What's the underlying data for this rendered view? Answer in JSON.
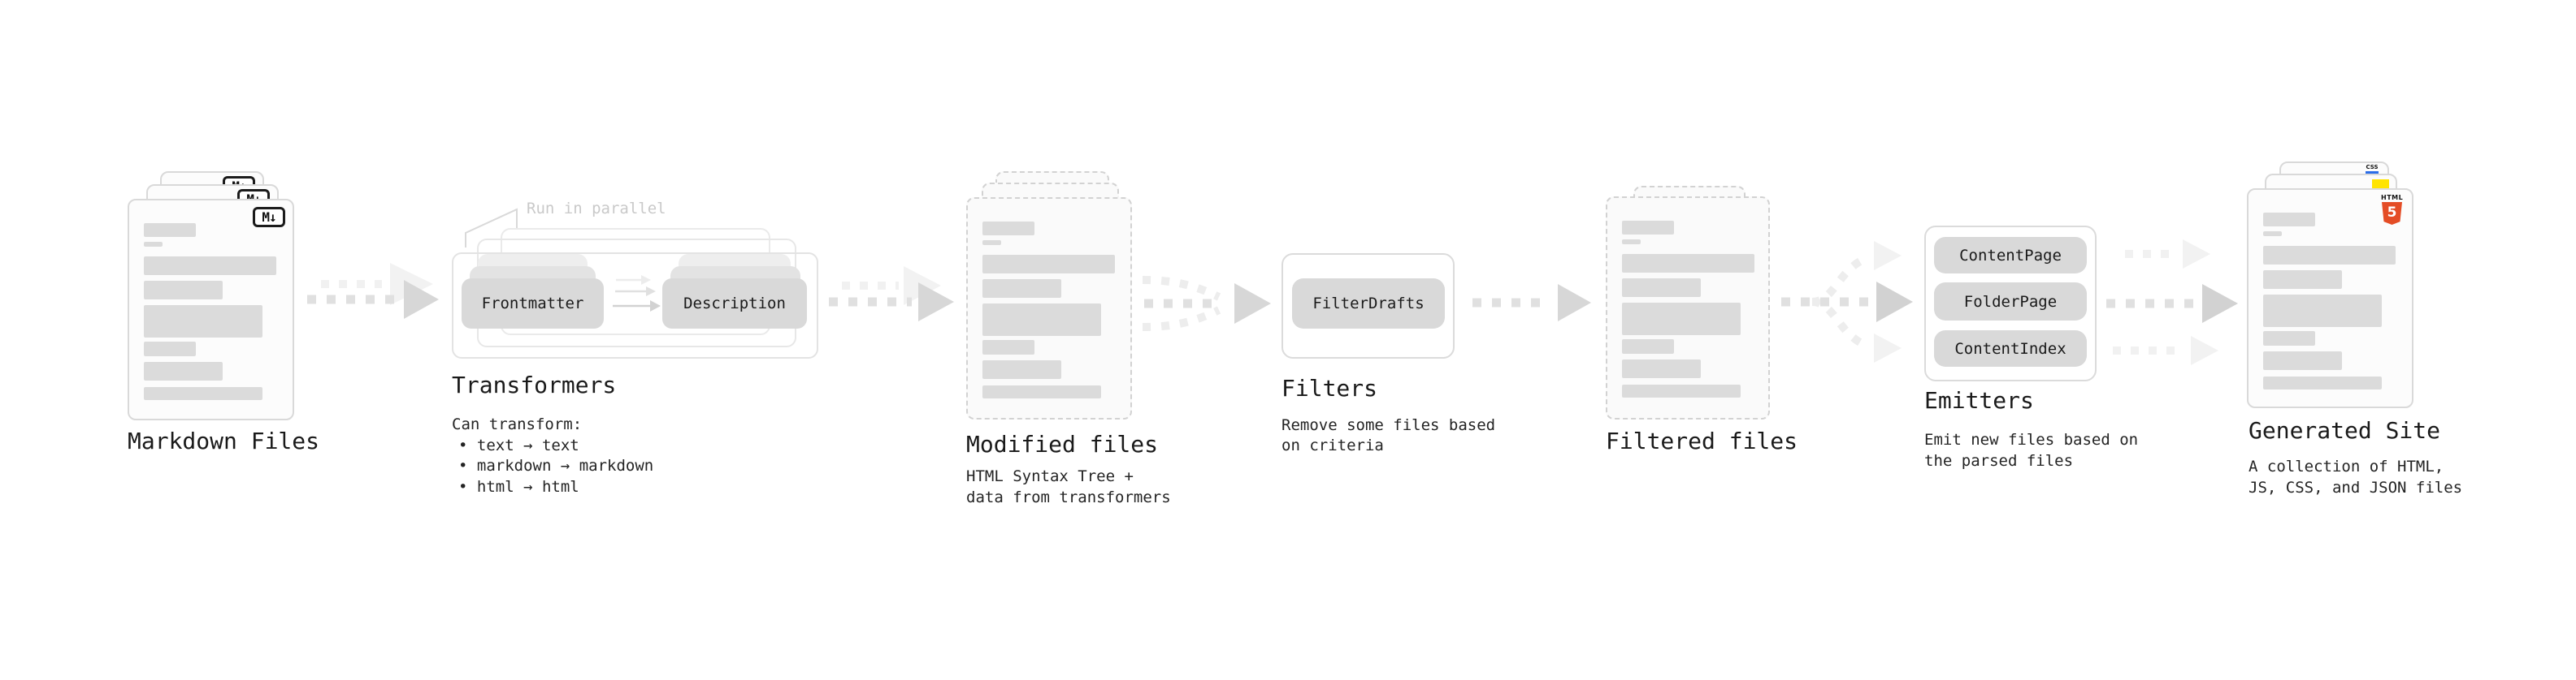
{
  "diagram": {
    "markdown_files": {
      "label": "Markdown Files",
      "badge": "M↓"
    },
    "transformers": {
      "label": "Transformers",
      "note": "Run in parallel",
      "pills": [
        "Frontmatter",
        "Description"
      ],
      "desc_title": "Can transform:",
      "bullets": [
        "• text → text",
        "• markdown → markdown",
        "• html → html"
      ]
    },
    "modified_files": {
      "label": "Modified files",
      "desc": [
        "HTML Syntax Tree +",
        "data from transformers"
      ]
    },
    "filters": {
      "label": "Filters",
      "pill": "FilterDrafts",
      "desc": [
        "Remove some files based",
        "on criteria"
      ]
    },
    "filtered_files": {
      "label": "Filtered files"
    },
    "emitters": {
      "label": "Emitters",
      "pills": [
        "ContentPage",
        "FolderPage",
        "ContentIndex"
      ],
      "desc": [
        "Emit new files based on",
        "the parsed files"
      ]
    },
    "generated_site": {
      "label": "Generated Site",
      "desc": [
        "A collection of HTML,",
        "JS, CSS, and JSON files"
      ],
      "badges": {
        "html_word": "HTML",
        "html_num": "5",
        "css": "CSS"
      }
    }
  },
  "colors": {
    "html5_orange": "#e44d26",
    "js_yellow": "#ffe400",
    "css_blue": "#2b6de8",
    "doc_line_gray": "#dbdbdb",
    "arrow_dash_gray": "#e0e0e0",
    "arrow_head_gray": "#d7d7d7",
    "note_gray": "#c9c9c9"
  }
}
